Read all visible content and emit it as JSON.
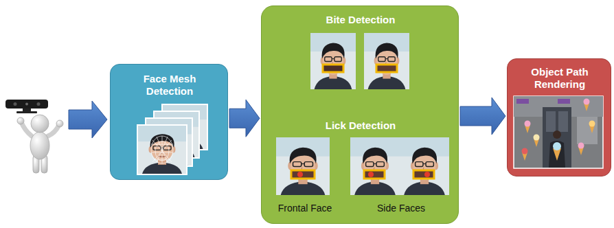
{
  "diagram": {
    "nodes": [
      {
        "text": [
          "Face Mesh Detection"
        ]
      },
      {
        "text": [
          "Bite Detection",
          "Lick Detection",
          "Frontal Face",
          "Side Faces"
        ]
      },
      {
        "text": [
          "Object Path Rendering"
        ]
      }
    ],
    "edges": [
      {
        "from": 0,
        "to": 1,
        "arrow": "to"
      },
      {
        "from": 1,
        "to": 2,
        "arrow": "to"
      }
    ]
  }
}
